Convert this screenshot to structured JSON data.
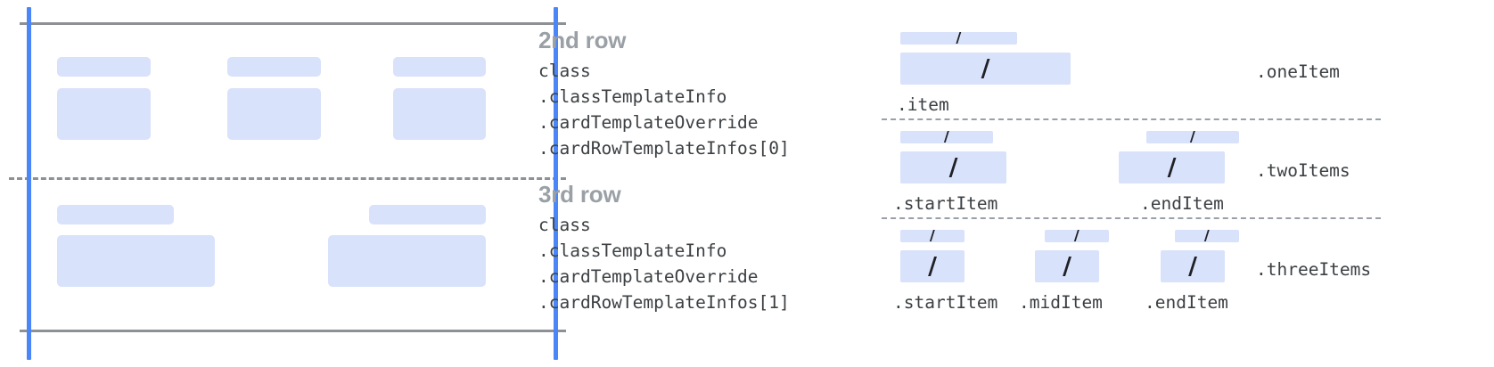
{
  "left_diagram": {
    "name": "card-row-layout-preview",
    "rule_color": "#8d9196",
    "guide_color": "#4a86f7",
    "block_color": "#d9e2fb",
    "rows": [
      {
        "name": "second-row",
        "cells": [
          {
            "label_block": "label",
            "value_block": "value"
          },
          {
            "label_block": "label",
            "value_block": "value"
          },
          {
            "label_block": "label",
            "value_block": "value"
          }
        ]
      },
      {
        "name": "third-row",
        "cells": [
          {
            "label_block": "label",
            "value_block": "value"
          },
          {
            "label_block": "label",
            "value_block": "value"
          }
        ]
      }
    ]
  },
  "callouts": [
    {
      "title": "2nd row",
      "code_lines": [
        "class",
        ".classTemplateInfo",
        ".cardTemplateOverride",
        ".cardRowTemplateInfos[0]"
      ]
    },
    {
      "title": "3rd row",
      "code_lines": [
        "class",
        ".classTemplateInfo",
        ".cardTemplateOverride",
        ".cardRowTemplateInfos[1]"
      ]
    }
  ],
  "right_diagram": {
    "slash_glyph": "/",
    "block_color": "#d9e2fb",
    "variants": [
      {
        "name": "one-item",
        "tag": ".oneItem",
        "items": [
          {
            "label": ".item"
          }
        ]
      },
      {
        "name": "two-items",
        "tag": ".twoItems",
        "items": [
          {
            "label": ".startItem"
          },
          {
            "label": ".endItem"
          }
        ]
      },
      {
        "name": "three-items",
        "tag": ".threeItems",
        "items": [
          {
            "label": ".startItem"
          },
          {
            "label": ".midItem"
          },
          {
            "label": ".endItem"
          }
        ]
      }
    ]
  }
}
